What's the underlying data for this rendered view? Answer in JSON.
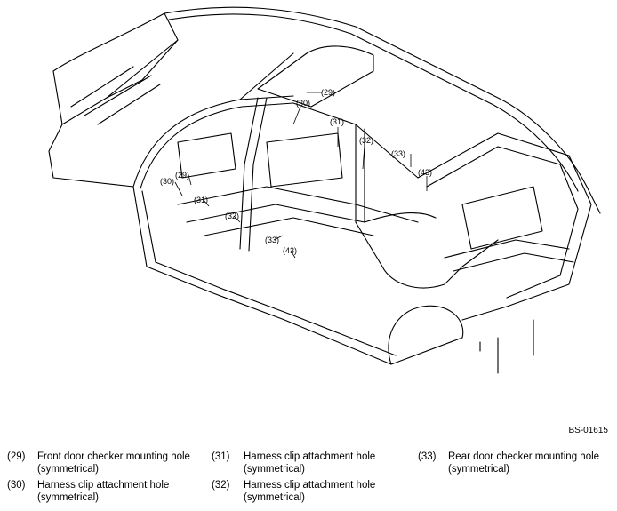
{
  "figure_id": "BS-01615",
  "callouts": [
    "(29)",
    "(30)",
    "(31)",
    "(32)",
    "(33)",
    "(43)"
  ],
  "legend": [
    {
      "num": "(29)",
      "line1": "Front door checker mounting hole",
      "line2": "(symmetrical)"
    },
    {
      "num": "(30)",
      "line1": "Harness clip attachment hole",
      "line2": "(symmetrical)"
    },
    {
      "num": "(31)",
      "line1": "Harness clip attachment hole",
      "line2": "(symmetrical)"
    },
    {
      "num": "(32)",
      "line1": "Harness clip attachment hole",
      "line2": "(symmetrical)"
    },
    {
      "num": "(33)",
      "line1": "Rear door checker mounting hole",
      "line2": "(symmetrical)"
    }
  ],
  "colors": {
    "line": "#000000",
    "background": "#ffffff"
  }
}
